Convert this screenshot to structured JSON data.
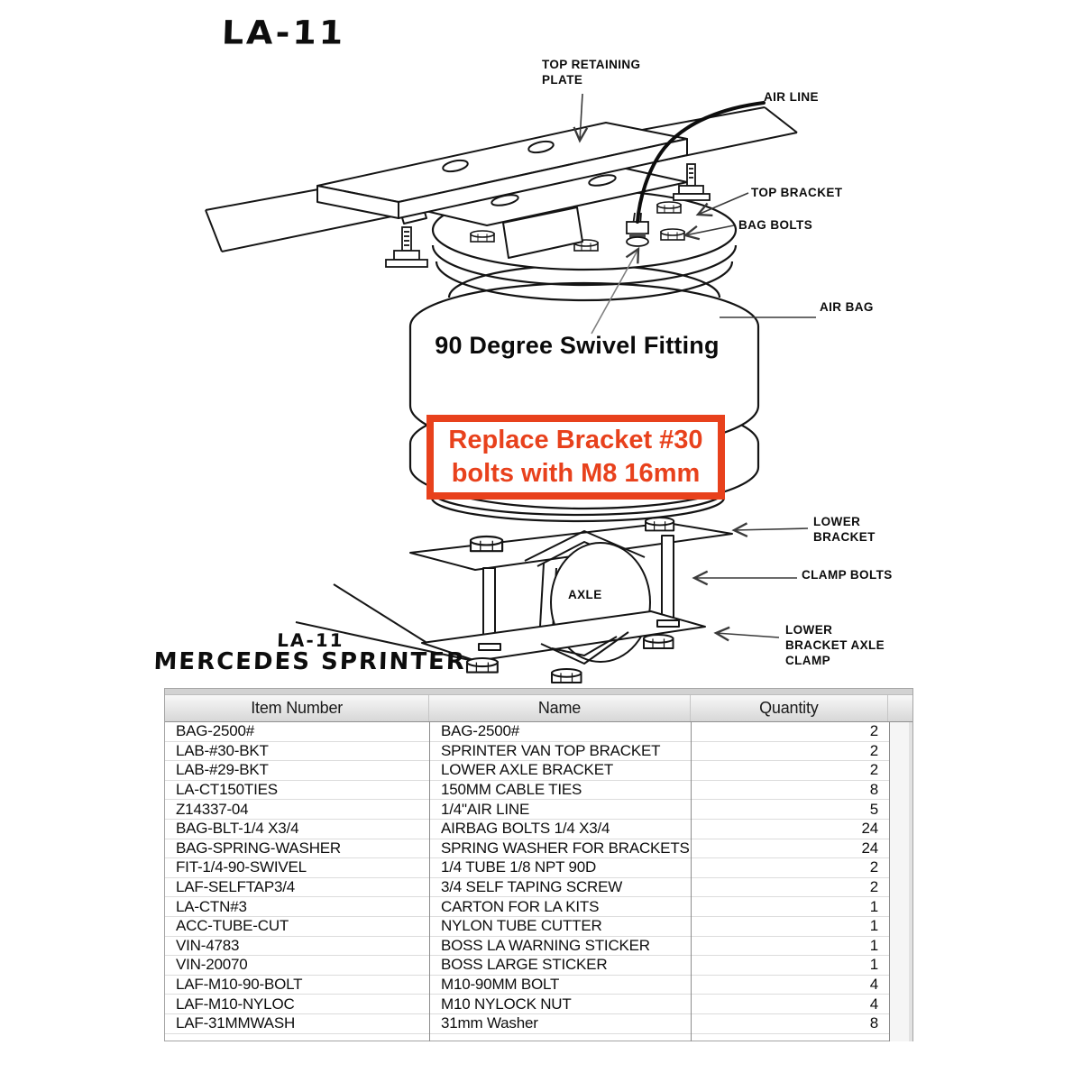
{
  "logo": {
    "text": "LA-11"
  },
  "diagram": {
    "labels": {
      "top_retaining_plate": {
        "line1": "TOP RETAINING",
        "line2": "PLATE"
      },
      "air_line": "AIR LINE",
      "top_bracket": "TOP BRACKET",
      "bag_bolts": "BAG BOLTS",
      "air_bag": "AIR BAG",
      "swivel_fitting": "90 Degree Swivel Fitting",
      "lower_bracket": {
        "line1": "LOWER",
        "line2": "BRACKET"
      },
      "clamp_bolts": "CLAMP BOLTS",
      "axle": "AXLE",
      "lower_bracket_axle_clamp": {
        "line1": "LOWER",
        "line2": "BRACKET AXLE",
        "line3": "CLAMP"
      }
    },
    "note": {
      "line1": "Replace Bracket #30",
      "line2": "bolts with M8 16mm",
      "accent_color": "#e8411c"
    },
    "footer": {
      "model": "LA-11",
      "vehicle": "MERCEDES SPRINTER"
    }
  },
  "parts_table": {
    "columns": [
      "Item Number",
      "Name",
      "Quantity"
    ],
    "rows": [
      {
        "item": "BAG-2500#",
        "name": "BAG-2500#",
        "qty": "2"
      },
      {
        "item": "LAB-#30-BKT",
        "name": "SPRINTER VAN TOP BRACKET",
        "qty": "2"
      },
      {
        "item": "LAB-#29-BKT",
        "name": "LOWER AXLE BRACKET",
        "qty": "2"
      },
      {
        "item": "LA-CT150TIES",
        "name": "150MM CABLE TIES",
        "qty": "8"
      },
      {
        "item": "Z14337-04",
        "name": "1/4\"AIR LINE",
        "qty": "5"
      },
      {
        "item": "BAG-BLT-1/4 X3/4",
        "name": "AIRBAG BOLTS 1/4 X3/4",
        "qty": "24"
      },
      {
        "item": "BAG-SPRING-WASHER",
        "name": "SPRING WASHER FOR BRACKETS",
        "qty": "24"
      },
      {
        "item": "FIT-1/4-90-SWIVEL",
        "name": "1/4 TUBE 1/8 NPT 90D",
        "qty": "2"
      },
      {
        "item": "LAF-SELFTAP3/4",
        "name": "3/4 SELF TAPING SCREW",
        "qty": "2"
      },
      {
        "item": "LA-CTN#3",
        "name": "CARTON FOR LA KITS",
        "qty": "1"
      },
      {
        "item": "ACC-TUBE-CUT",
        "name": "NYLON TUBE CUTTER",
        "qty": "1"
      },
      {
        "item": "VIN-4783",
        "name": "BOSS LA WARNING STICKER",
        "qty": "1"
      },
      {
        "item": "VIN-20070",
        "name": "BOSS LARGE STICKER",
        "qty": "1"
      },
      {
        "item": "LAF-M10-90-BOLT",
        "name": "M10-90MM BOLT",
        "qty": "4"
      },
      {
        "item": "LAF-M10-NYLOC",
        "name": "M10 NYLOCK NUT",
        "qty": "4"
      },
      {
        "item": "LAF-31MMWASH",
        "name": "31mm Washer",
        "qty": "8"
      }
    ]
  }
}
